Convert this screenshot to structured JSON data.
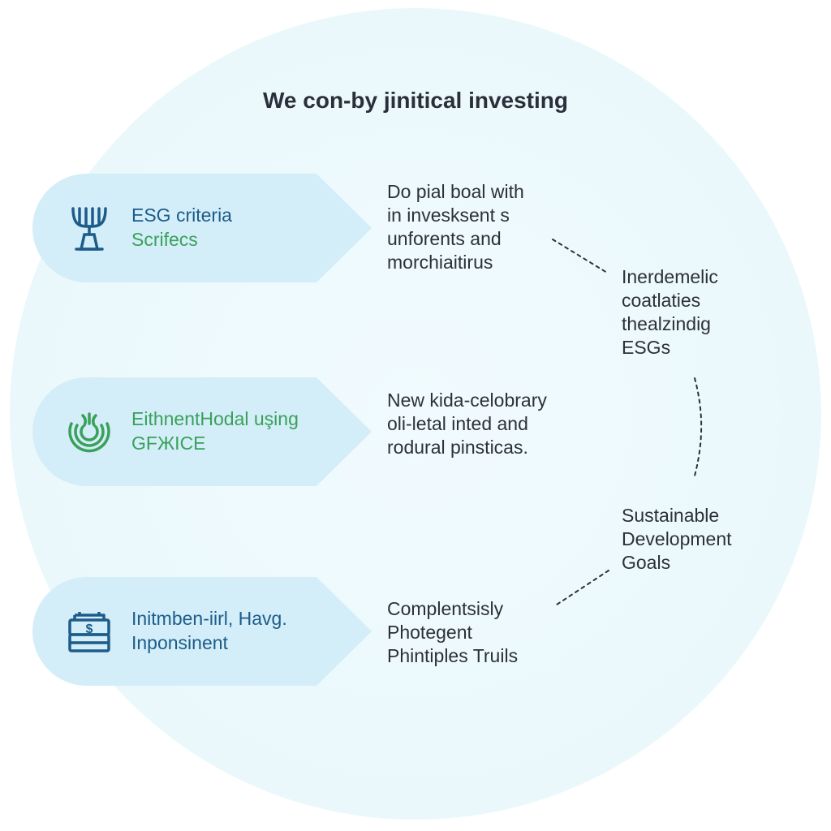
{
  "title": "We con-by jinitical investing",
  "items": [
    {
      "icon": "esg-pillars-icon",
      "label_line1": "ESG criteria",
      "label_line2": "Scrifecs",
      "line1_color": "#1d5c8a",
      "line2_color": "#3aa05a",
      "description": [
        "Do pial boal with",
        "in invesksent s",
        "unforents and",
        "morchiaitirus"
      ]
    },
    {
      "icon": "impact-waves-icon",
      "label_line1": "EithnentHodal uşing",
      "label_line2": "GFЖICE",
      "line1_color": "#3aa05a",
      "line2_color": "#3aa05a",
      "description": [
        "New kida-celobrary",
        "oli-letal inted and",
        "rodural pinsticas."
      ]
    },
    {
      "icon": "dollar-building-icon",
      "label_line1": "Initmben-iirl, Havg.",
      "label_line2": "Inponsinent",
      "line1_color": "#1d5c8a",
      "line2_color": "#1d5c8a",
      "description": [
        "Complentsisly",
        "Photegent",
        "Phintiples Truils"
      ]
    }
  ],
  "side_top": [
    "Inerdemelic",
    "coatlaties",
    "thealzindig",
    "ESGs"
  ],
  "side_bottom": [
    "Sustainable",
    "Development",
    "Goals"
  ],
  "colors": {
    "pill_fill": "#d3eef8",
    "circle_bg": "#eaf8fc",
    "icon_blue": "#1d5c8a",
    "icon_green": "#3aa05a"
  }
}
